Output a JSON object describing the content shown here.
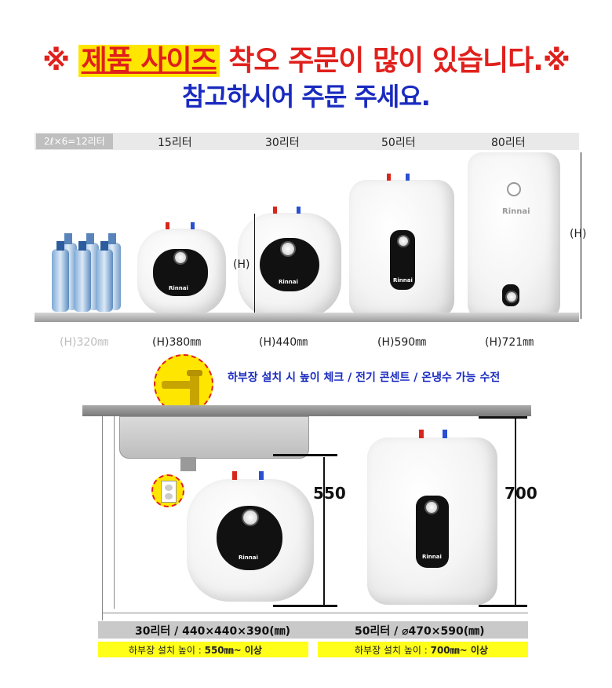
{
  "headline": {
    "prefix": "※ ",
    "highlight": "제품 사이즈",
    "rest": " 착오 주문이 많이 있습니다.※",
    "line2": "참고하시어 주문 주세요."
  },
  "capacity": {
    "water_bottles": "2ℓ×6=12리터",
    "items": [
      "15리터",
      "30리터",
      "50리터",
      "80리터"
    ]
  },
  "heights": {
    "bottles": "(H)320㎜",
    "items": [
      "(H)380㎜",
      "(H)440㎜",
      "(H)590㎜",
      "(H)721㎜"
    ],
    "marker": "(H)"
  },
  "brand": "Rinnai",
  "note": "하부장 설치 시 높이 체크 / 전기 콘센트 / 온냉수 가능 수전",
  "install": {
    "dim_30": "550",
    "dim_50": "700"
  },
  "specs": {
    "model_30": "30리터 / 440×440×390(㎜)",
    "model_50": "50리터 / ⌀470×590(㎜)",
    "height_label": "하부장 설치 높이 : ",
    "height_30": "550㎜~ 이상",
    "height_50": "700㎜~ 이상"
  },
  "colors": {
    "red": "#e0201c",
    "blue": "#1a2bbf",
    "yellow": "#ffe600"
  }
}
